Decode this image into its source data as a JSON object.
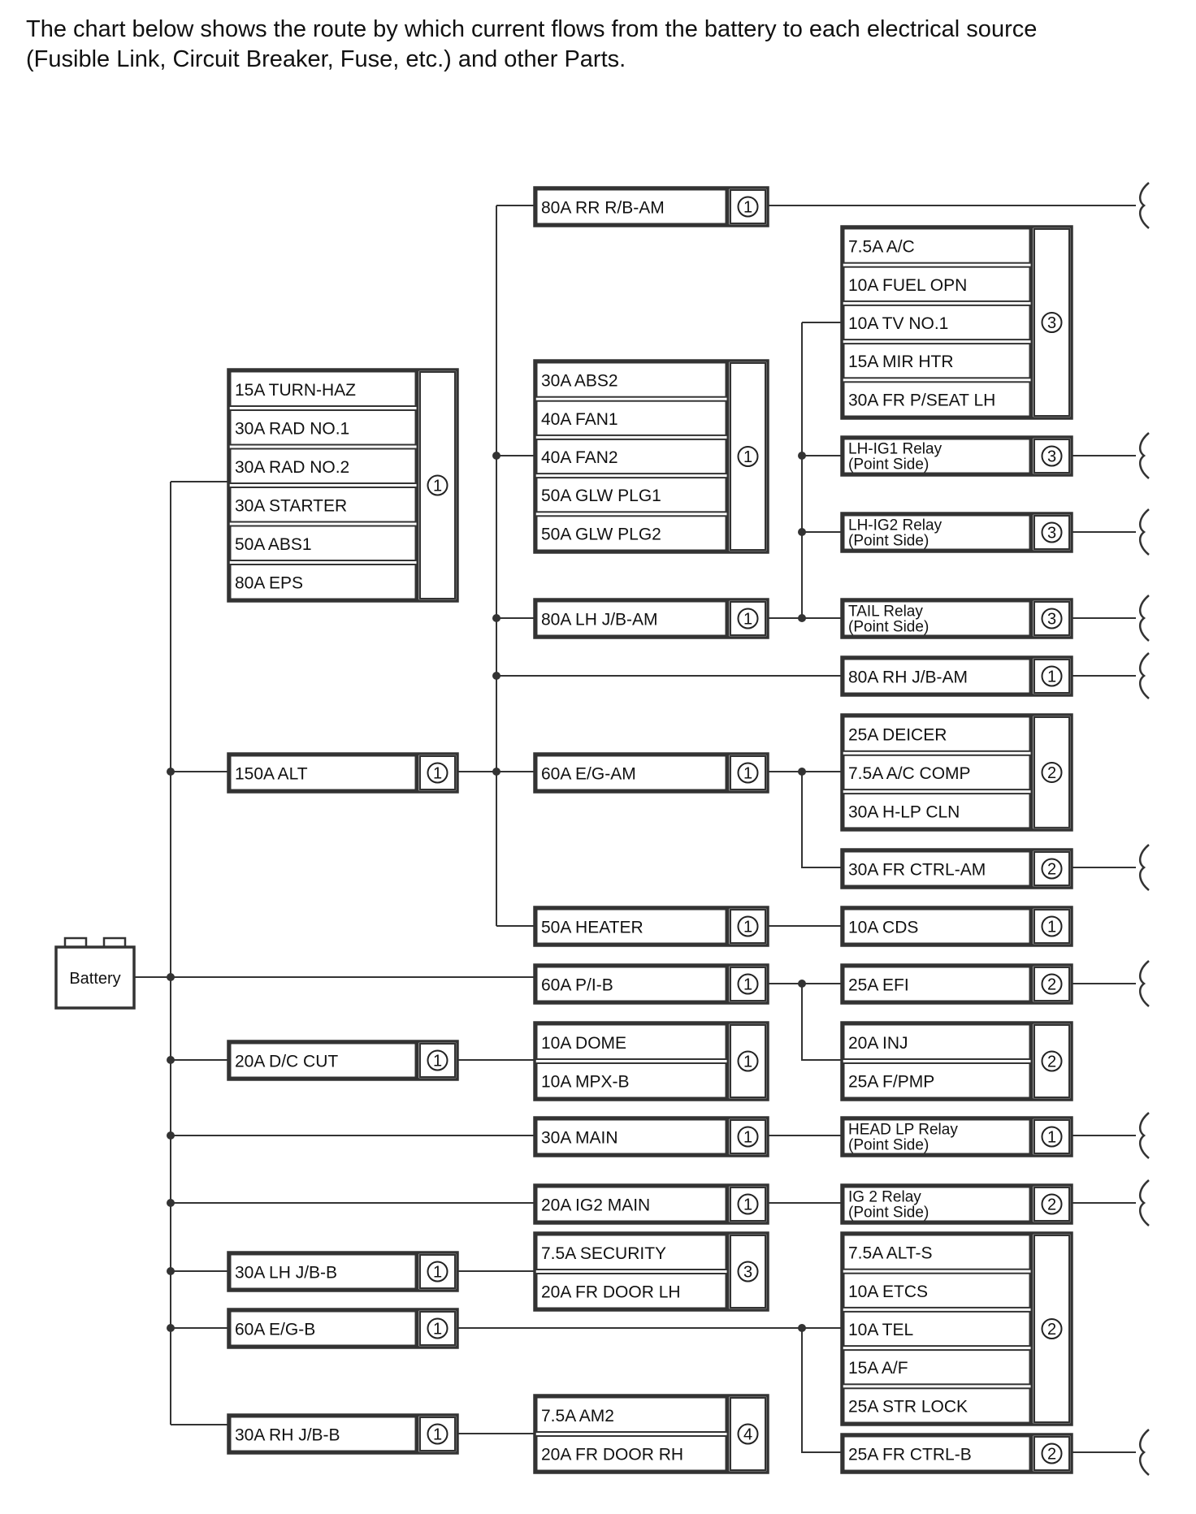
{
  "intro": {
    "line1": "The chart below shows the route by which current flows from the battery to each electrical source",
    "line2": "(Fusible Link, Circuit Breaker, Fuse, etc.) and other Parts."
  },
  "battery": {
    "label": "Battery"
  },
  "boxes": [
    {
      "id": "B1",
      "items": [
        [
          "15A TURN-HAZ"
        ],
        [
          "30A RAD NO.1"
        ],
        [
          "30A RAD NO.2"
        ],
        [
          "30A STARTER"
        ],
        [
          "50A ABS1"
        ],
        [
          "80A EPS"
        ]
      ],
      "circle": "1"
    },
    {
      "id": "B2",
      "items": [
        [
          "150A ALT"
        ]
      ],
      "circle": "1"
    },
    {
      "id": "B3",
      "items": [
        [
          "20A D/C CUT"
        ]
      ],
      "circle": "1"
    },
    {
      "id": "B4",
      "items": [
        [
          "30A LH J/B-B"
        ]
      ],
      "circle": "1"
    },
    {
      "id": "B5",
      "items": [
        [
          "60A E/G-B"
        ]
      ],
      "circle": "1"
    },
    {
      "id": "B6",
      "items": [
        [
          "30A RH J/B-B"
        ]
      ],
      "circle": "1"
    },
    {
      "id": "C1",
      "items": [
        [
          "80A RR R/B-AM"
        ]
      ],
      "circle": "1"
    },
    {
      "id": "C2",
      "items": [
        [
          "30A ABS2"
        ],
        [
          "40A FAN1"
        ],
        [
          "40A FAN2"
        ],
        [
          "50A GLW PLG1"
        ],
        [
          "50A GLW PLG2"
        ]
      ],
      "circle": "1"
    },
    {
      "id": "C3",
      "items": [
        [
          "80A LH J/B-AM"
        ]
      ],
      "circle": "1"
    },
    {
      "id": "C4",
      "items": [
        [
          "60A E/G-AM"
        ]
      ],
      "circle": "1"
    },
    {
      "id": "C5",
      "items": [
        [
          "50A HEATER"
        ]
      ],
      "circle": "1"
    },
    {
      "id": "C6",
      "items": [
        [
          "60A P/I-B"
        ]
      ],
      "circle": "1"
    },
    {
      "id": "C7",
      "items": [
        [
          "10A DOME"
        ],
        [
          "10A MPX-B"
        ]
      ],
      "circle": "1"
    },
    {
      "id": "C8",
      "items": [
        [
          "30A MAIN"
        ]
      ],
      "circle": "1"
    },
    {
      "id": "C9",
      "items": [
        [
          "20A IG2 MAIN"
        ]
      ],
      "circle": "1"
    },
    {
      "id": "C10",
      "items": [
        [
          "7.5A SECURITY"
        ],
        [
          "20A FR DOOR LH"
        ]
      ],
      "circle": "3"
    },
    {
      "id": "C11",
      "items": [
        [
          "7.5A AM2"
        ],
        [
          "20A FR DOOR RH"
        ]
      ],
      "circle": "4"
    },
    {
      "id": "D1",
      "items": [
        [
          "7.5A A/C"
        ],
        [
          "10A FUEL OPN"
        ],
        [
          "10A TV NO.1"
        ],
        [
          "15A MIR HTR"
        ],
        [
          "30A FR P/SEAT LH"
        ]
      ],
      "circle": "3"
    },
    {
      "id": "D2",
      "items": [
        [
          "LH-IG1 Relay",
          "(Point Side)"
        ]
      ],
      "circle": "3"
    },
    {
      "id": "D3",
      "items": [
        [
          "LH-IG2 Relay",
          "(Point Side)"
        ]
      ],
      "circle": "3"
    },
    {
      "id": "D4",
      "items": [
        [
          "TAIL Relay",
          "(Point Side)"
        ]
      ],
      "circle": "3"
    },
    {
      "id": "D5",
      "items": [
        [
          "80A RH J/B-AM"
        ]
      ],
      "circle": "1"
    },
    {
      "id": "D6",
      "items": [
        [
          "25A DEICER"
        ],
        [
          "7.5A A/C COMP"
        ],
        [
          "30A H-LP CLN"
        ]
      ],
      "circle": "2"
    },
    {
      "id": "D7",
      "items": [
        [
          "30A FR CTRL-AM"
        ]
      ],
      "circle": "2"
    },
    {
      "id": "D8",
      "items": [
        [
          "10A CDS"
        ]
      ],
      "circle": "1"
    },
    {
      "id": "D9",
      "items": [
        [
          "25A EFI"
        ]
      ],
      "circle": "2"
    },
    {
      "id": "D10",
      "items": [
        [
          "20A INJ"
        ],
        [
          "25A F/PMP"
        ]
      ],
      "circle": "2"
    },
    {
      "id": "D11",
      "items": [
        [
          "HEAD LP Relay",
          "(Point Side)"
        ]
      ],
      "circle": "1"
    },
    {
      "id": "D12",
      "items": [
        [
          "IG 2 Relay",
          "(Point Side)"
        ]
      ],
      "circle": "2"
    },
    {
      "id": "D13",
      "items": [
        [
          "7.5A ALT-S"
        ],
        [
          "10A ETCS"
        ],
        [
          "10A TEL"
        ],
        [
          "15A A/F"
        ],
        [
          "25A STR LOCK"
        ]
      ],
      "circle": "2"
    },
    {
      "id": "D14",
      "items": [
        [
          "25A FR CTRL-B"
        ]
      ],
      "circle": "2"
    }
  ]
}
